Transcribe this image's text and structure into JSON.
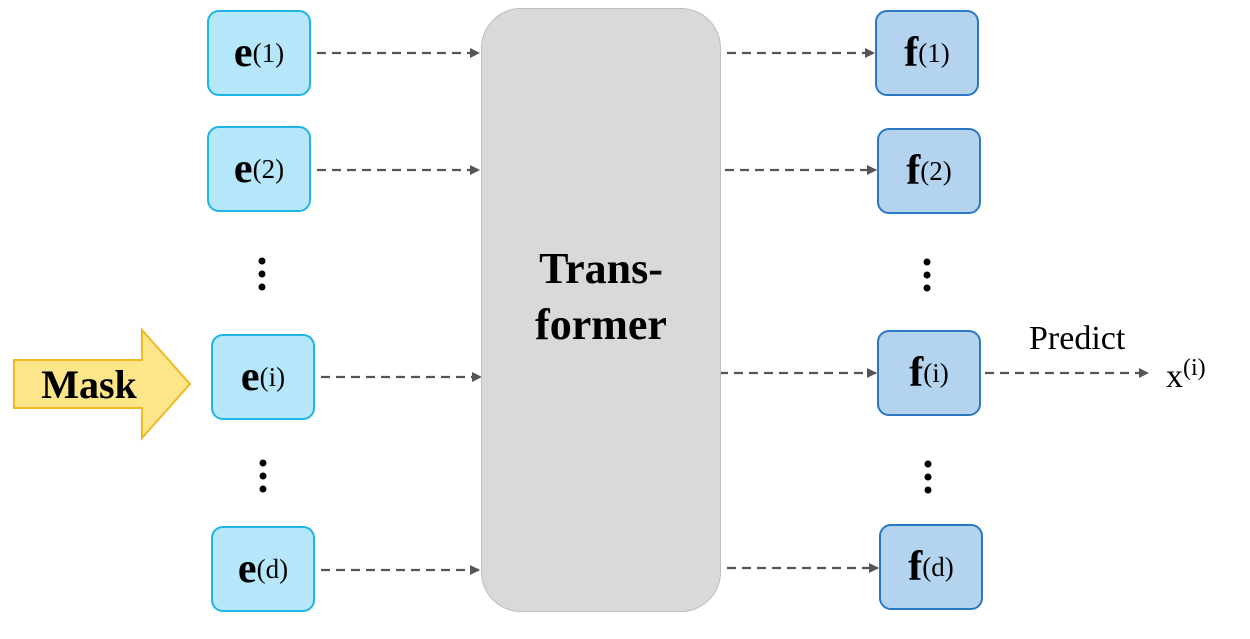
{
  "transformer": {
    "line1": "Trans-",
    "line2": "former"
  },
  "inputs": [
    {
      "base": "e",
      "sup": "(1)"
    },
    {
      "base": "e",
      "sup": "(2)"
    },
    {
      "base": "e",
      "sup": "(i)"
    },
    {
      "base": "e",
      "sup": "(d)"
    }
  ],
  "outputs": [
    {
      "base": "f",
      "sup": "(1)"
    },
    {
      "base": "f",
      "sup": "(2)"
    },
    {
      "base": "f",
      "sup": "(i)"
    },
    {
      "base": "f",
      "sup": "(d)"
    }
  ],
  "mask": {
    "label": "Mask"
  },
  "prediction": {
    "label": "Predict",
    "target_base": "x",
    "target_sup": "(i)"
  },
  "colors": {
    "input_fill": "#b6e6f9",
    "input_border": "#1eb4e6",
    "output_fill": "#b3d3ee",
    "output_border": "#2a78c4",
    "transformer_fill": "#d9d9d9",
    "mask_fill": "#fde58a",
    "mask_border": "#f2b824",
    "arrow": "#555555"
  }
}
